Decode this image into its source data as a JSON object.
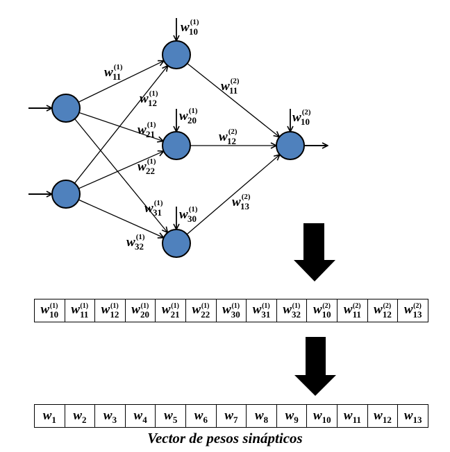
{
  "diagram": {
    "title": "Multilayer perceptron weight vectorization",
    "node_color": "#4f81bd",
    "layers": [
      {
        "name": "input",
        "nodes": 2
      },
      {
        "name": "hidden",
        "nodes": 3
      },
      {
        "name": "output",
        "nodes": 1
      }
    ],
    "edges": [
      {
        "from": "input-1",
        "to": "hidden-1",
        "label": {
          "w": "w",
          "sup": "(1)",
          "sub": "11"
        }
      },
      {
        "from": "input-2",
        "to": "hidden-1",
        "label": {
          "w": "w",
          "sup": "(1)",
          "sub": "12"
        }
      },
      {
        "from": "input-1",
        "to": "hidden-2",
        "label": {
          "w": "w",
          "sup": "(1)",
          "sub": "21"
        }
      },
      {
        "from": "input-2",
        "to": "hidden-2",
        "label": {
          "w": "w",
          "sup": "(1)",
          "sub": "22"
        }
      },
      {
        "from": "input-1",
        "to": "hidden-3",
        "label": {
          "w": "w",
          "sup": "(1)",
          "sub": "31"
        }
      },
      {
        "from": "input-2",
        "to": "hidden-3",
        "label": {
          "w": "w",
          "sup": "(1)",
          "sub": "32"
        }
      },
      {
        "from": "hidden-1",
        "to": "output-1",
        "label": {
          "w": "w",
          "sup": "(2)",
          "sub": "11"
        }
      },
      {
        "from": "hidden-2",
        "to": "output-1",
        "label": {
          "w": "w",
          "sup": "(2)",
          "sub": "12"
        }
      },
      {
        "from": "hidden-3",
        "to": "output-1",
        "label": {
          "w": "w",
          "sup": "(2)",
          "sub": "13"
        }
      }
    ],
    "biases": [
      {
        "node": "hidden-1",
        "label": {
          "w": "w",
          "sup": "(1)",
          "sub": "10"
        }
      },
      {
        "node": "hidden-2",
        "label": {
          "w": "w",
          "sup": "(1)",
          "sub": "20"
        }
      },
      {
        "node": "hidden-3",
        "label": {
          "w": "w",
          "sup": "(1)",
          "sub": "30"
        }
      },
      {
        "node": "output-1",
        "label": {
          "w": "w",
          "sup": "(2)",
          "sub": "10"
        }
      }
    ]
  },
  "vector_layered": [
    {
      "w": "w",
      "sup": "(1)",
      "sub": "10"
    },
    {
      "w": "w",
      "sup": "(1)",
      "sub": "11"
    },
    {
      "w": "w",
      "sup": "(1)",
      "sub": "12"
    },
    {
      "w": "w",
      "sup": "(1)",
      "sub": "20"
    },
    {
      "w": "w",
      "sup": "(1)",
      "sub": "21"
    },
    {
      "w": "w",
      "sup": "(1)",
      "sub": "22"
    },
    {
      "w": "w",
      "sup": "(1)",
      "sub": "30"
    },
    {
      "w": "w",
      "sup": "(1)",
      "sub": "31"
    },
    {
      "w": "w",
      "sup": "(1)",
      "sub": "32"
    },
    {
      "w": "w",
      "sup": "(2)",
      "sub": "10"
    },
    {
      "w": "w",
      "sup": "(2)",
      "sub": "11"
    },
    {
      "w": "w",
      "sup": "(2)",
      "sub": "12"
    },
    {
      "w": "w",
      "sup": "(2)",
      "sub": "13"
    }
  ],
  "vector_flat": [
    {
      "w": "w",
      "sub": "1"
    },
    {
      "w": "w",
      "sub": "2"
    },
    {
      "w": "w",
      "sub": "3"
    },
    {
      "w": "w",
      "sub": "4"
    },
    {
      "w": "w",
      "sub": "5"
    },
    {
      "w": "w",
      "sub": "6"
    },
    {
      "w": "w",
      "sub": "7"
    },
    {
      "w": "w",
      "sub": "8"
    },
    {
      "w": "w",
      "sub": "9"
    },
    {
      "w": "w",
      "sub": "10"
    },
    {
      "w": "w",
      "sub": "11"
    },
    {
      "w": "w",
      "sub": "12"
    },
    {
      "w": "w",
      "sub": "13"
    }
  ],
  "caption": "Vector de pesos sinápticos"
}
